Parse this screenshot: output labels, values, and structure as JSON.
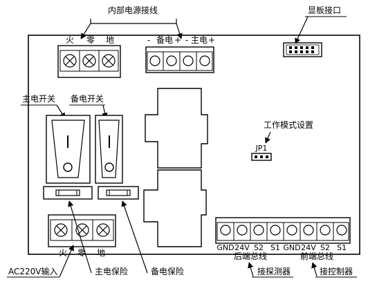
{
  "labels": {
    "internal_power": "内部电源接线",
    "display_interface": "显板接口",
    "fire_top": "火",
    "neutral_top": "零",
    "ground_top": "地",
    "backup_power": "备电",
    "main_power": "主电",
    "minus": "-",
    "plus": "+",
    "main_switch": "主电开关",
    "backup_switch": "备电开关",
    "work_mode": "工作模式设置",
    "jp1": "JP1",
    "fire_bottom": "火",
    "neutral_bottom": "零",
    "ground_bottom": "地",
    "ac_input": "AC220V输入",
    "main_fuse": "主电保险",
    "backup_fuse": "备电保险",
    "rear_bus": "后端总线",
    "front_bus": "前端总线",
    "connect_detector": "接探测器",
    "connect_controller": "接控制器"
  },
  "bus_terminals": [
    "GND",
    "24V",
    "S2",
    "S1",
    "GND",
    "24V",
    "S2",
    "S1"
  ]
}
